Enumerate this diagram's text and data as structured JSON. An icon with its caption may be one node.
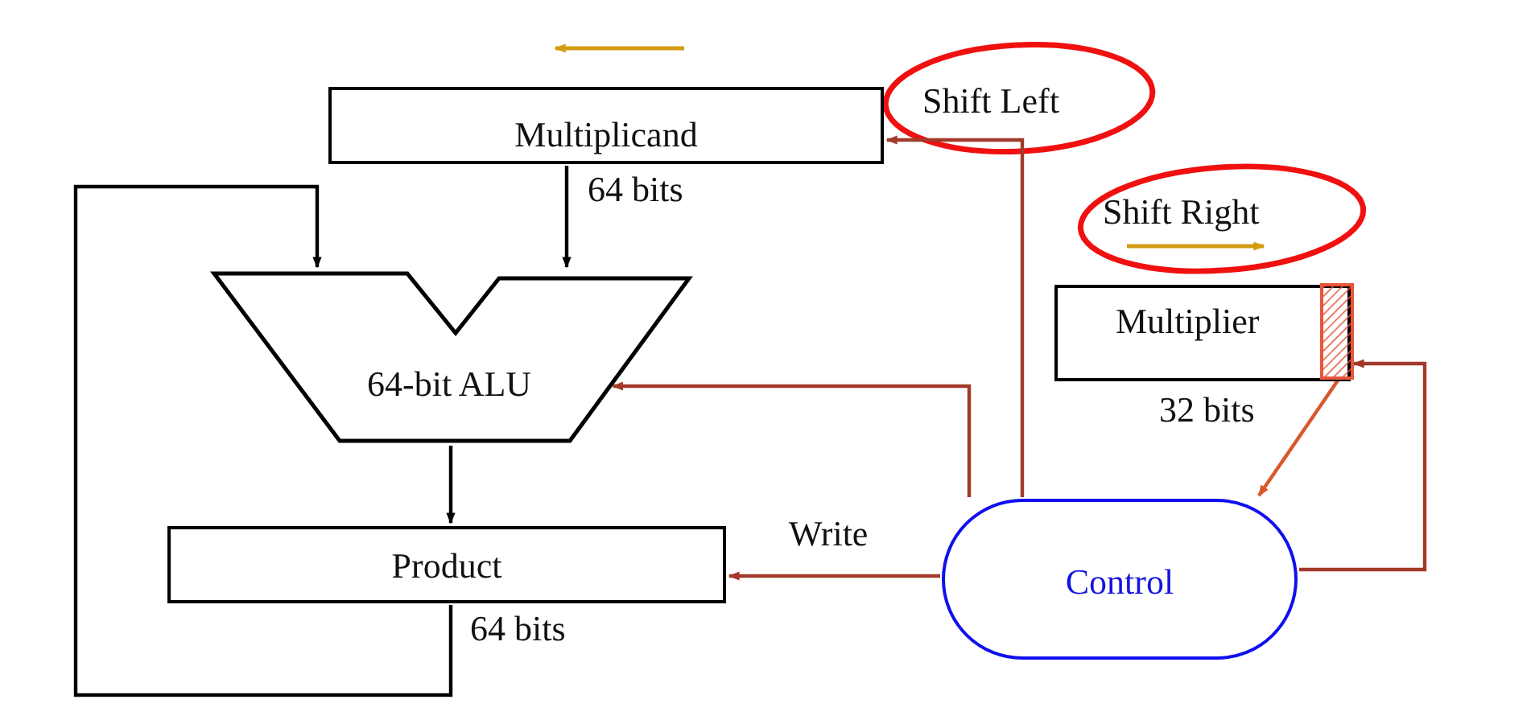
{
  "diagram": {
    "nodes": [
      {
        "text": [
          "Multiplicand"
        ],
        "beside": [
          "64 bits"
        ]
      },
      {
        "text": [
          "64-bit ALU"
        ]
      },
      {
        "text": [
          "Product"
        ],
        "beside": [
          "64 bits"
        ]
      },
      {
        "text": [
          "Multiplier"
        ],
        "beside": [
          "32 bits"
        ]
      },
      {
        "text": [],
        "shape": "box",
        "in": 3
      },
      {
        "text": [
          "Control"
        ]
      }
    ],
    "edges": [
      {
        "from": 0,
        "to": 1,
        "arrow": "to",
        "color": "#000000"
      },
      {
        "from": 2,
        "to": 1,
        "arrow": "to",
        "color": "#000000"
      },
      {
        "from": 1,
        "to": 2,
        "arrow": "to",
        "color": "#000000"
      },
      {
        "from": 5,
        "to": 0,
        "arrow": "to",
        "label": "Shift Left"
      },
      {
        "from": 5,
        "to": 1,
        "arrow": "to"
      },
      {
        "from": 5,
        "to": 2,
        "arrow": "to",
        "label": "Write"
      },
      {
        "from": 5,
        "to": 4,
        "arrow": "to"
      },
      {
        "from": 4,
        "to": 5,
        "arrow": "to",
        "color": "#d9582b"
      }
    ],
    "labels": [
      "Shift Right"
    ]
  }
}
